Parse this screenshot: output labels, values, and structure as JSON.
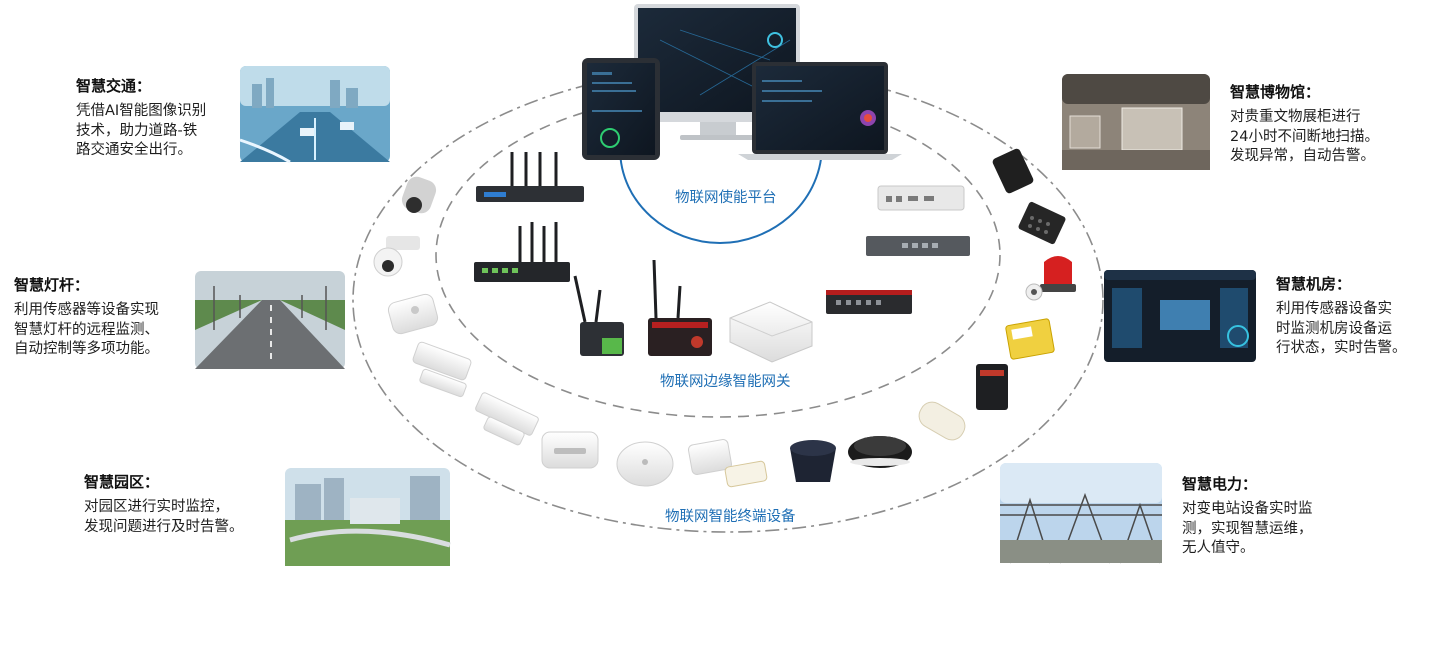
{
  "rings": {
    "platform": "物联网使能平台",
    "gateway": "物联网边缘智能网关",
    "terminal": "物联网智能终端设备"
  },
  "applications": {
    "transport": {
      "title": "智慧交通：",
      "desc": "凭借AI智能图像识别\n技术，助力道路-铁\n路交通安全出行。"
    },
    "streetlight": {
      "title": "智慧灯杆：",
      "desc": "利用传感器等设备实现\n智慧灯杆的远程监测、\n自动控制等多项功能。"
    },
    "park": {
      "title": "智慧园区：",
      "desc": "对园区进行实时监控，\n发现问题进行及时告警。"
    },
    "museum": {
      "title": "智慧博物馆：",
      "desc": "对贵重文物展柜进行\n24小时不间断地扫描。\n发现异常，自动告警。"
    },
    "datacenter": {
      "title": "智慧机房：",
      "desc": "利用传感器设备实\n时监测机房设备运\n行状态，实时告警。"
    },
    "power": {
      "title": "智慧电力：",
      "desc": "对变电站设备实时监\n测，实现智慧运维，\n无人值守。"
    }
  },
  "colors": {
    "ring_label": "#1f6fb5",
    "ring_line": "#9a9a9a",
    "platform_arc": "#1f6fb5"
  }
}
